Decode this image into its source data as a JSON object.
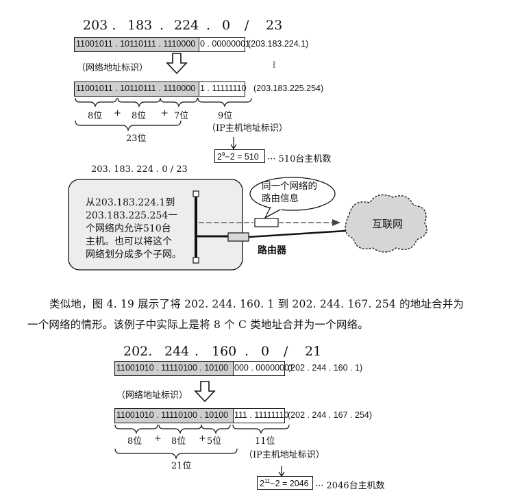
{
  "fig1": {
    "header": {
      "o1": "203 .",
      "o2": "183",
      "d2": ".",
      "o3": "224",
      "d3": ".",
      "o4": "0",
      "slash": "/",
      "prefix": "23"
    },
    "row1": {
      "net": "11001011 . 10110111 . 1110000",
      "host": "0 . 00000001",
      "note": "(203.183.224.1)"
    },
    "net_id_label": "（网络地址标识）",
    "stray_mark": "ł",
    "row2": {
      "net": "11001011 . 10110111 . 1110000",
      "host": "1 . 11111110",
      "note": "(203.183.225.254)"
    },
    "bits": {
      "a": "8位",
      "plus1": "+",
      "b": "8位",
      "plus2": "+",
      "c": "7位",
      "host": "9位",
      "sum": "23位"
    },
    "ip_host_label": "（IP主机地址标识）",
    "calc_base": "2",
    "calc_exp": "9",
    "calc_rest": "−2 = 510",
    "calc_note": "··· 510台主机数"
  },
  "net_diagram": {
    "title": "203. 183. 224 . 0 / 23",
    "lines": [
      "从203.183.224.1到",
      "203.183.225.254一",
      "个网络内允许510台",
      "主机。也可以将这个",
      "网络划分成多个子网。"
    ],
    "bubble": [
      "同一个网络的",
      "路由信息"
    ],
    "router_label": "路由器",
    "cloud_label": "互联网"
  },
  "paragraph": {
    "line1": "类似地，图 4. 19 展示了将 202. 244. 160. 1 到 202. 244. 167. 254 的地址合并为",
    "line2": "一个网络的情形。该例子中实际上是将 8 个 C 类地址合并为一个网络。"
  },
  "fig2": {
    "header": {
      "o1": "202.",
      "o2": "244",
      "d2": ".",
      "o3": "160",
      "d3": ".",
      "o4": "0",
      "slash": "/",
      "prefix": "21"
    },
    "row1": {
      "net": "11001010 . 11110100 . 10100",
      "host": "000 . 00000001",
      "note": "(202 . 244 . 160 . 1)"
    },
    "net_id_label": "（网络地址标识）",
    "row2": {
      "net": "11001010 . 11110100 . 10100",
      "host": "111 . 11111110",
      "note": "(202 . 244 . 167 . 254)"
    },
    "bits": {
      "a": "8位",
      "plus1": "+",
      "b": "8位",
      "plus2": "+",
      "c": "5位",
      "host": "11位",
      "sum": "21位"
    },
    "ip_host_label": "（IP主机地址标识）",
    "calc_base": "2",
    "calc_exp": "11",
    "calc_rest": "−2 = 2046",
    "calc_note": "··· 2046台主机数"
  }
}
